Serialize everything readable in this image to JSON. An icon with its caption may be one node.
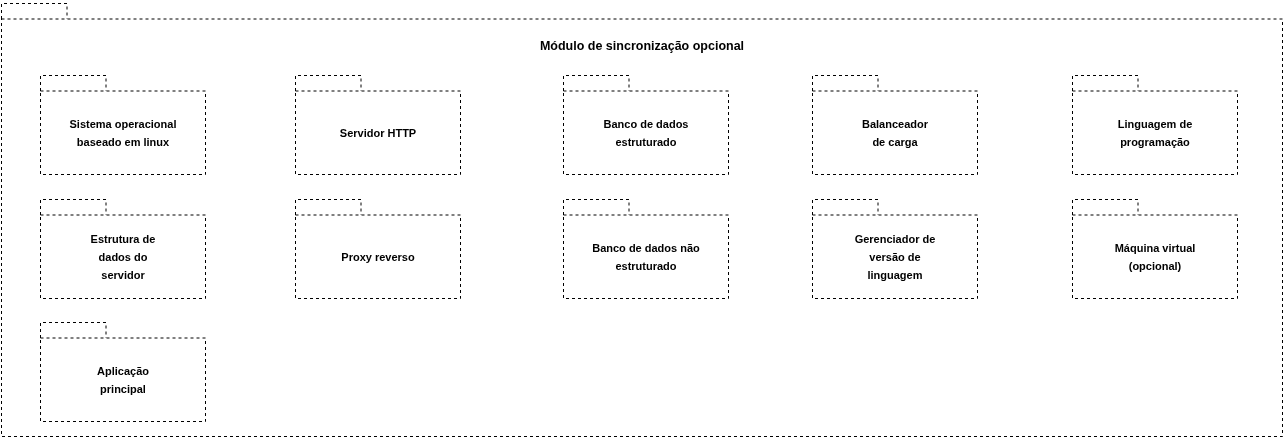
{
  "diagram": {
    "nodes": [
      {
        "text": [
          "Módulo de sincronização opcional"
        ]
      },
      {
        "text": [
          "Sistema operacional baseado em linux"
        ],
        "in": 0
      },
      {
        "text": [
          "Servidor HTTP"
        ],
        "in": 0
      },
      {
        "text": [
          "Banco de dados estruturado"
        ],
        "in": 0
      },
      {
        "text": [
          "Balanceador de carga"
        ],
        "in": 0
      },
      {
        "text": [
          "Linguagem de programação"
        ],
        "in": 0
      },
      {
        "text": [
          "Estrutura de dados do servidor"
        ],
        "in": 0
      },
      {
        "text": [
          "Proxy reverso"
        ],
        "in": 0
      },
      {
        "text": [
          "Banco de dados não estruturado"
        ],
        "in": 0
      },
      {
        "text": [
          "Gerenciador de versão de linguagem"
        ],
        "in": 0
      },
      {
        "text": [
          "Máquina virtual (opcional)"
        ],
        "in": 0
      },
      {
        "text": [
          "Aplicação principal"
        ],
        "in": 0
      }
    ]
  }
}
